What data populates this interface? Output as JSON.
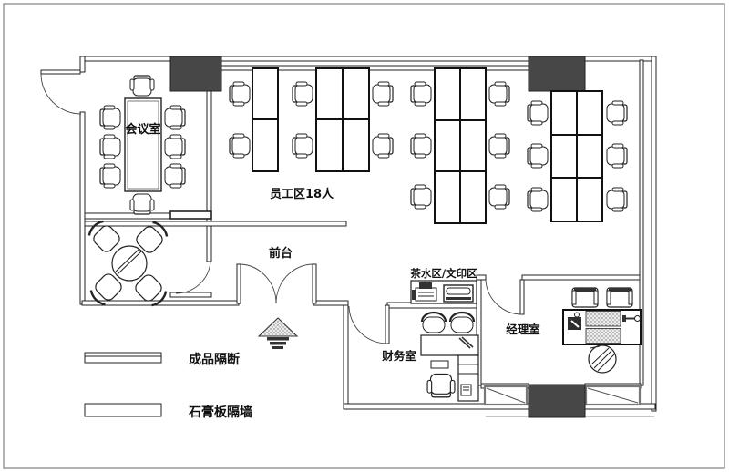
{
  "rooms": {
    "conference": "会议室",
    "staff_area": "员工区18人",
    "reception": "前台",
    "tea_print": "茶水区/文印区",
    "finance": "财务室",
    "manager": "经理室"
  },
  "legend": {
    "items": [
      {
        "symbol": "finished-partition",
        "label": "成品隔断"
      },
      {
        "symbol": "gypsum-board-wall",
        "label": "石膏板隔墙"
      }
    ]
  },
  "colors": {
    "line": "#222222",
    "column_fill": "#474747",
    "window_frame": "#777777",
    "background": "#ffffff"
  }
}
